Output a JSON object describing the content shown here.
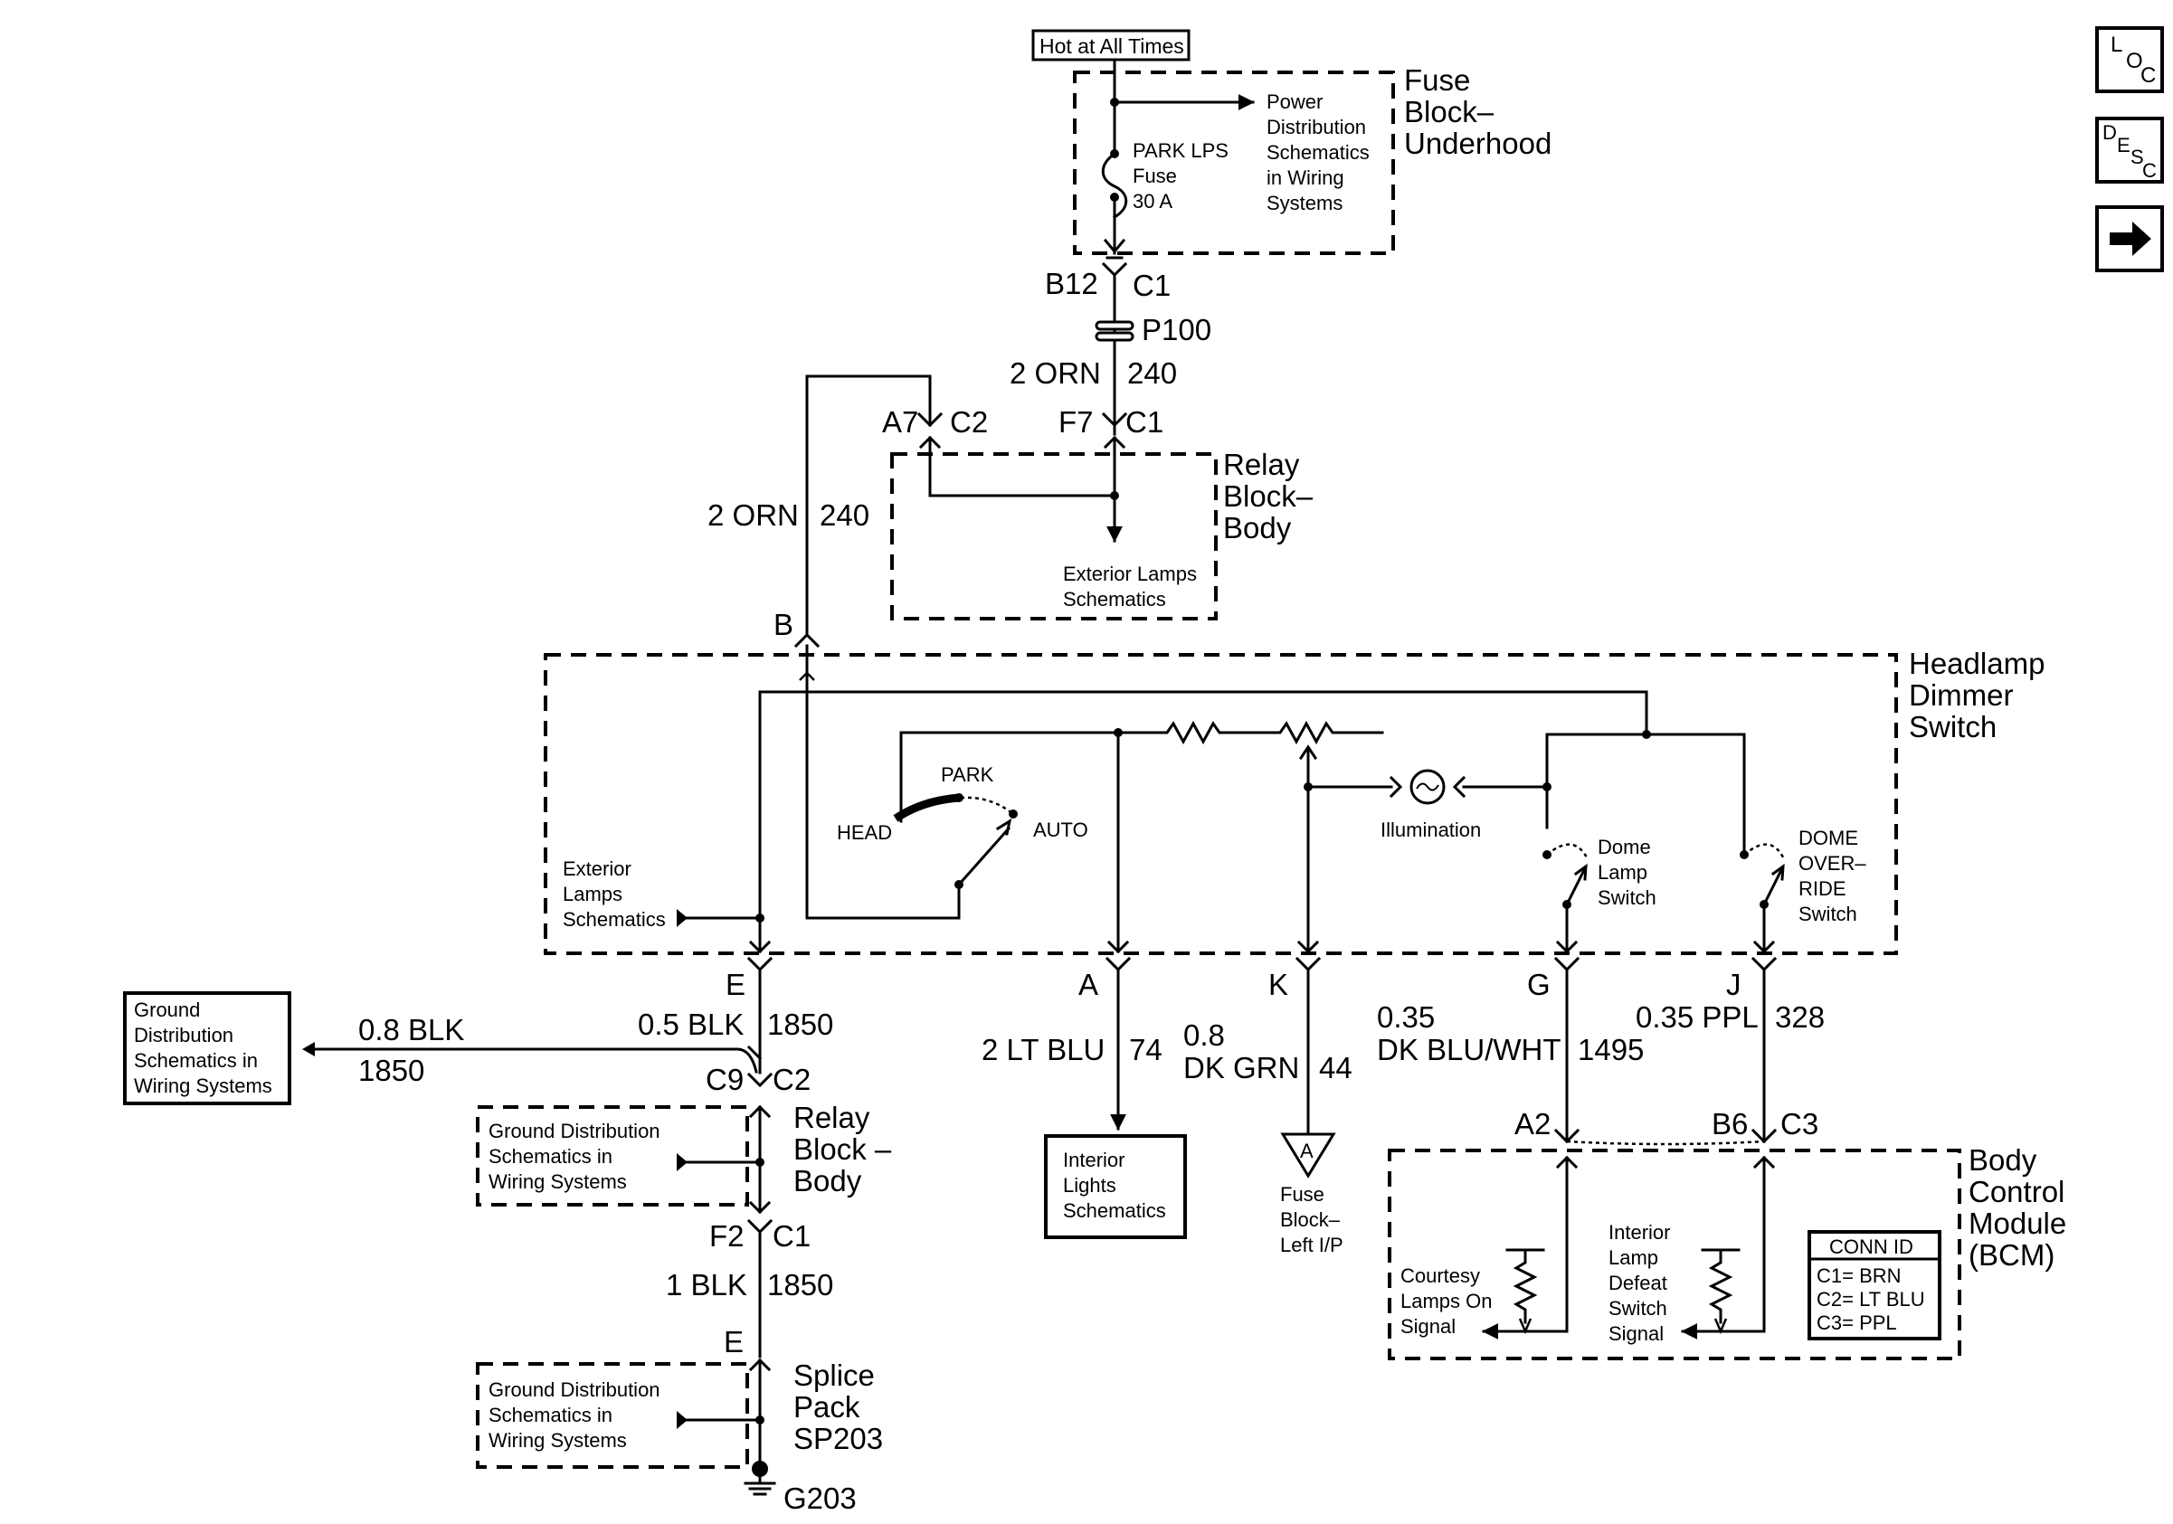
{
  "nav": {
    "loc": {
      "l": "L",
      "o": "O",
      "c": "C"
    },
    "desc": {
      "d": "D",
      "e": "E",
      "s": "S",
      "c": "C"
    }
  },
  "top": {
    "hot_label": "Hot at All Times",
    "fuse_block_title": [
      "Fuse",
      "Block–",
      "Underhood"
    ],
    "fuse_name": [
      "PARK LPS",
      "Fuse",
      "30 A"
    ],
    "power_dist": [
      "Power",
      "Distribution",
      "Schematics",
      "in Wiring",
      "Systems"
    ]
  },
  "conn": {
    "b12": "B12",
    "c1a": "C1",
    "p100": "P100",
    "wire_orn_a_size": "2 ORN",
    "wire_orn_a_num": "240",
    "a7": "A7",
    "c2a": "C2",
    "f7": "F7",
    "c1b": "C1",
    "wire_orn_b_size": "2 ORN",
    "wire_orn_b_num": "240",
    "b": "B"
  },
  "relay_top": {
    "title": [
      "Relay",
      "Block–",
      "Body"
    ],
    "ext": [
      "Exterior Lamps",
      "Schematics"
    ]
  },
  "dimmer": {
    "title": [
      "Headlamp",
      "Dimmer",
      "Switch"
    ],
    "ext": [
      "Exterior",
      "Lamps",
      "Schematics"
    ],
    "park": "PARK",
    "head": "HEAD",
    "auto": "AUTO",
    "illum": "Illumination",
    "dome": [
      "Dome",
      "Lamp",
      "Switch"
    ],
    "override": [
      "DOME",
      "OVER–",
      "RIDE",
      "Switch"
    ]
  },
  "pins": {
    "e": "E",
    "a": "A",
    "k": "K",
    "g": "G",
    "j": "J"
  },
  "wires": {
    "blk05": "0.5 BLK",
    "n1850a": "1850",
    "blk08": "0.8 BLK",
    "n1850b": "1850",
    "ltblu": "2 LT BLU",
    "n74": "74",
    "dkgrn_size": "0.8",
    "dkgrn": "DK GRN",
    "n44": "44",
    "dkblu_size": "0.35",
    "dkblu": "DK BLU/WHT",
    "n1495": "1495",
    "ppl": "0.35 PPL",
    "n328": "328",
    "blk1": "1 BLK",
    "n1850c": "1850"
  },
  "ground_box": [
    "Ground",
    "Distribution",
    "Schematics in",
    "Wiring Systems"
  ],
  "relay_bot": {
    "c9": "C9",
    "c2": "C2",
    "f2": "F2",
    "c1": "C1",
    "title": [
      "Relay",
      "Block –",
      "Body"
    ],
    "gd": [
      "Ground Distribution",
      "Schematics in",
      "Wiring Systems"
    ]
  },
  "splice": {
    "e": "E",
    "title": [
      "Splice",
      "Pack",
      "SP203"
    ],
    "gd": [
      "Ground Distribution",
      "Schematics in",
      "Wiring Systems"
    ],
    "g203": "G203"
  },
  "interior": [
    "Interior",
    "Lights",
    "Schematics"
  ],
  "fuse_left": {
    "a": "A",
    "text": [
      "Fuse",
      "Block–",
      "Left I/P"
    ]
  },
  "bcm": {
    "a2": "A2",
    "b6": "B6",
    "c3": "C3",
    "title": [
      "Body",
      "Control",
      "Module",
      "(BCM)"
    ],
    "courtesy": [
      "Courtesy",
      "Lamps On",
      "Signal"
    ],
    "defeat": [
      "Interior",
      "Lamp",
      "Defeat",
      "Switch",
      "Signal"
    ],
    "connid_title": "CONN ID",
    "connid": [
      "C1= BRN",
      "C2= LT BLU",
      "C3= PPL"
    ]
  }
}
